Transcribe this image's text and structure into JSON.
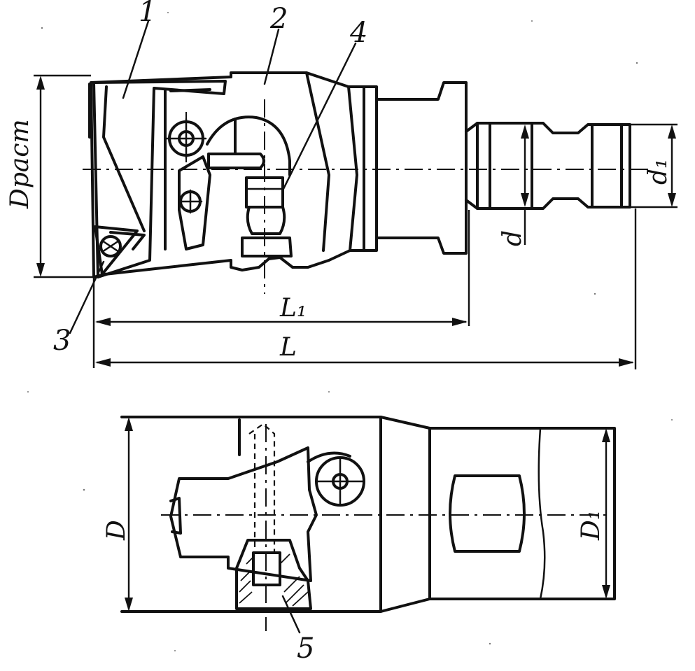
{
  "labels": {
    "part_1": "1",
    "part_2": "2",
    "part_3": "3",
    "part_4": "4",
    "part_5": "5"
  },
  "dimensions": {
    "d_rast": "Dрасm",
    "d": "d",
    "d1": "d₁",
    "l1": "L₁",
    "l": "L",
    "d_big": "D",
    "d_big1": "D₁"
  },
  "colors": {
    "ink": "#111111",
    "paper": "#ffffff"
  }
}
